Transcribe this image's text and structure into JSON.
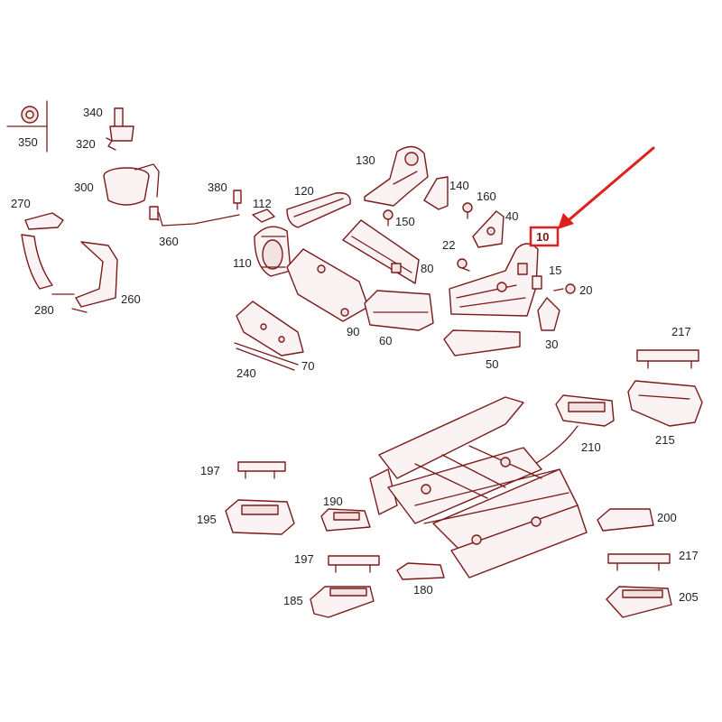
{
  "labels": {
    "p350": "350",
    "p340": "340",
    "p320": "320",
    "p300": "300",
    "p380": "380",
    "p360": "360",
    "p112": "112",
    "p110": "110",
    "p120": "120",
    "p130": "130",
    "p140": "140",
    "p160": "160",
    "p150": "150",
    "p40": "40",
    "p270": "270",
    "p260": "260",
    "p280": "280",
    "p80": "80",
    "p22": "22",
    "p15": "15",
    "p20": "20",
    "p30": "30",
    "p50": "50",
    "p60": "60",
    "p90": "90",
    "p70": "70",
    "p240": "240",
    "p217a": "217",
    "p215": "215",
    "p210": "210",
    "p197a": "197",
    "p195": "195",
    "p190": "190",
    "p200": "200",
    "p197b": "197",
    "p217b": "217",
    "p185": "185",
    "p180": "180",
    "p205": "205"
  },
  "callout": {
    "label": "10"
  },
  "colors": {
    "line": "#7a1a1a",
    "highlight": "#e01e1e",
    "background": "#ffffff"
  }
}
